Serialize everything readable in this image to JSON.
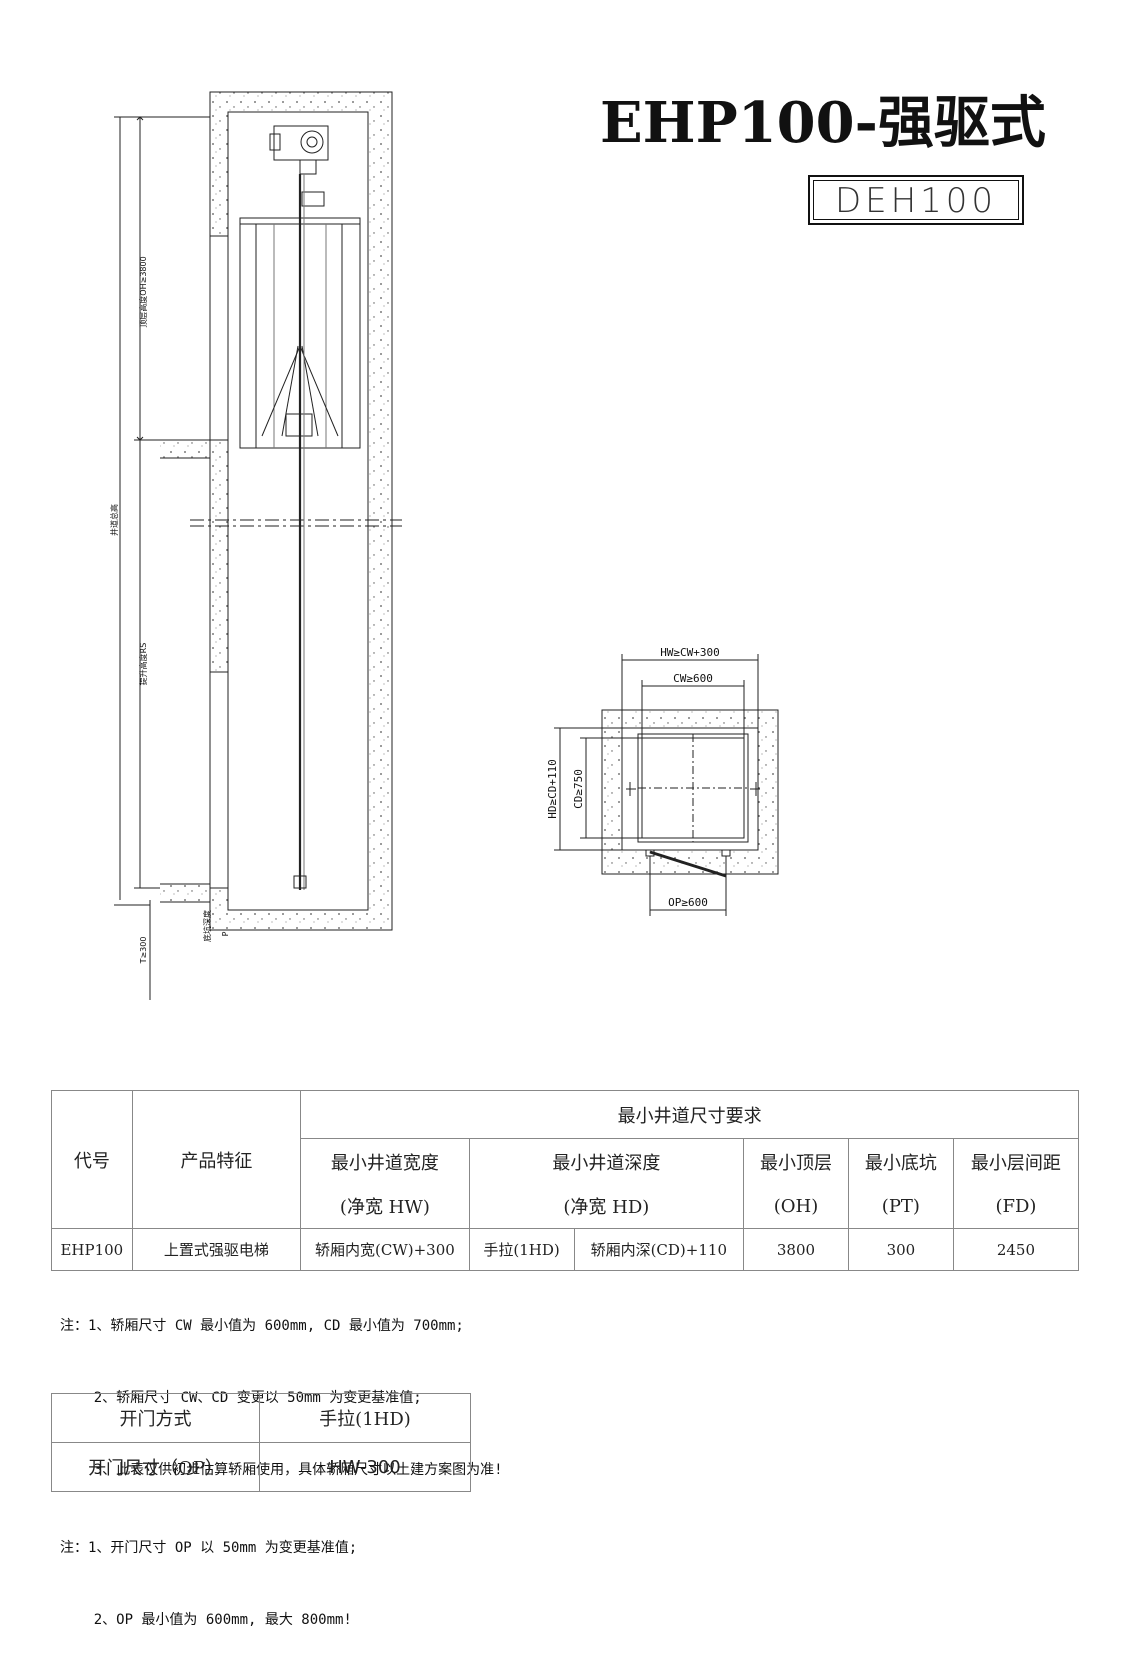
{
  "title": "EHP100-强驱式",
  "model_code": "DEH100",
  "elevation_labels": {
    "overhead": "顶层高度OH≥3800",
    "shaft_height": "井道总高",
    "travel": "提升高度RS",
    "pit": "T≥300",
    "pit_label": "底坑深度",
    "p": "P"
  },
  "plan_labels": {
    "hw": "HW≥CW+300",
    "cw": "CW≥600",
    "hd": "HD≥CD+110",
    "cd": "CD≥750",
    "op": "OP≥600"
  },
  "spec_table": {
    "group_header": "最小井道尺寸要求",
    "col_code": "代号",
    "col_feature": "产品特征",
    "col_width": "最小井道宽度",
    "col_width_sub": "(净宽 HW)",
    "col_depth": "最小井道深度",
    "col_depth_sub": "(净宽 HD)",
    "col_oh": "最小顶层",
    "col_oh_sub": "(OH)",
    "col_pt": "最小底坑",
    "col_pt_sub": "(PT)",
    "col_fd": "最小层间距",
    "col_fd_sub": "(FD)",
    "row": {
      "code": "EHP100",
      "feature": "上置式强驱电梯",
      "width": "轿厢内宽(CW)+300",
      "door_type": "手拉(1HD)",
      "depth": "轿厢内深(CD)+110",
      "oh": "3800",
      "pt": "300",
      "fd": "2450"
    }
  },
  "notes1": [
    "注：1、轿厢尺寸 CW 最小值为 600mm, CD 最小值为 700mm;",
    "    2、轿厢尺寸 CW、CD 变更以 50mm 为变更基准值;",
    "    3、此表仅供初步估算轿厢使用，具体轿厢尺寸以土建方案图为准!"
  ],
  "door_table": {
    "r1c1": "开门方式",
    "r1c2": "手拉(1HD)",
    "r2c1": "开门尺寸（OP）",
    "r2c2": "HW-300"
  },
  "notes2": [
    "注：1、开门尺寸 OP 以 50mm 为变更基准值;",
    "    2、OP 最小值为 600mm, 最大 800mm!"
  ]
}
